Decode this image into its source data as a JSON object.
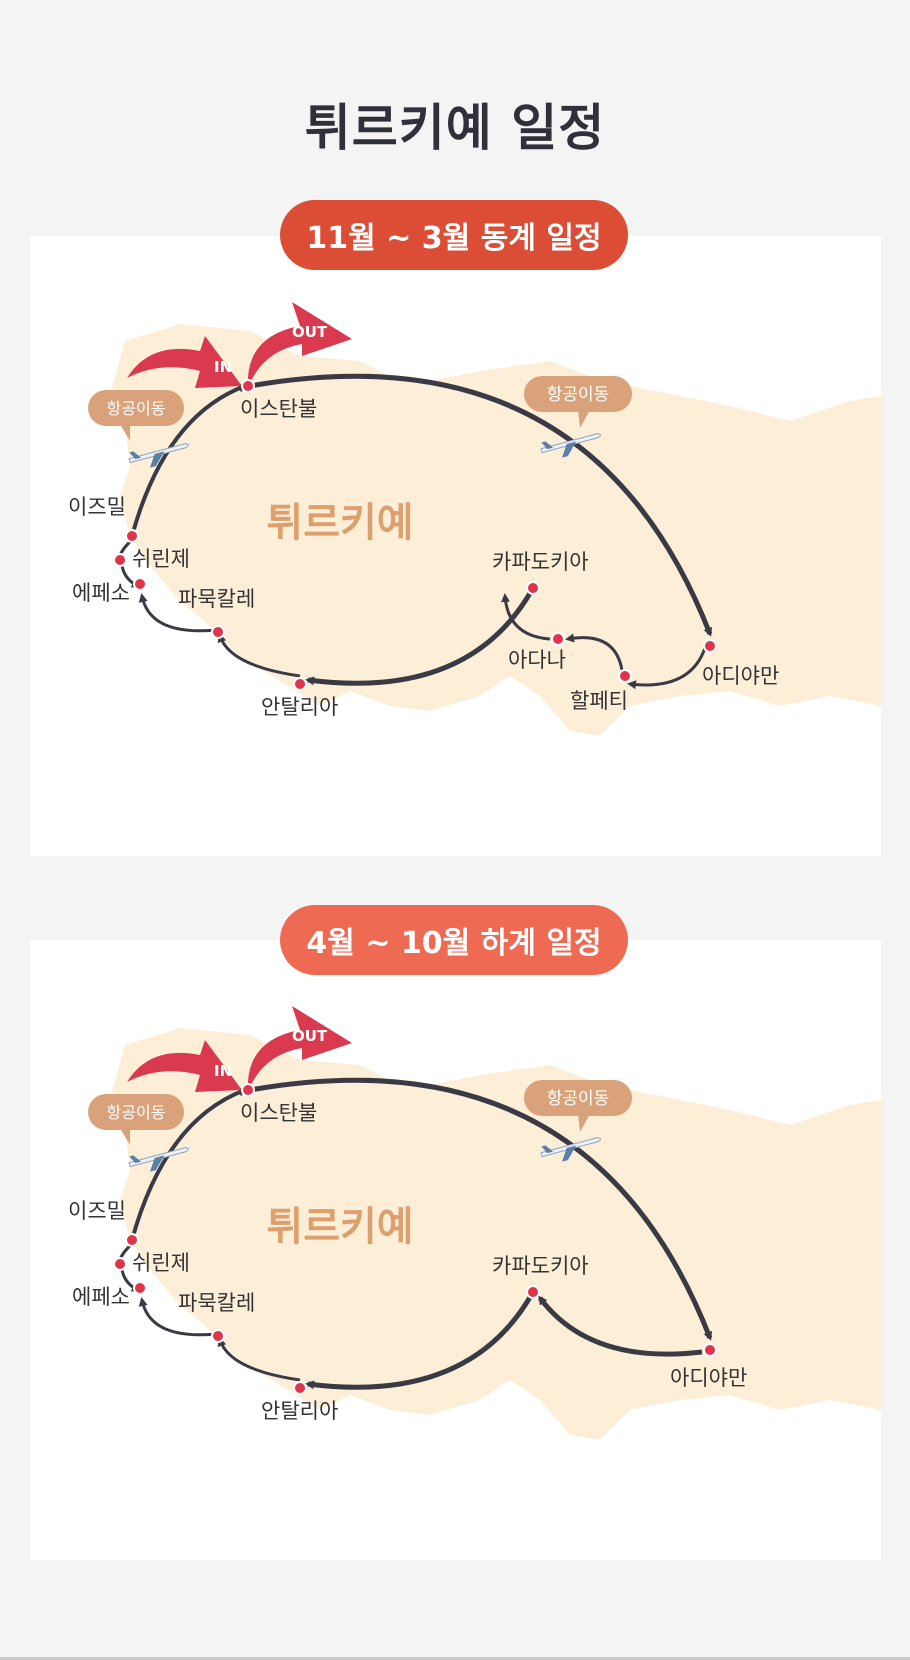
{
  "page": {
    "title": "튀르키예 일정"
  },
  "colors": {
    "background": "#f4f4f4",
    "winter_pill": "#db4e35",
    "summer_pill": "#ef6a53",
    "land": "#fdeed8",
    "route": "#3a3a45",
    "city_dot": "#e0344b",
    "country_label": "#dca06e",
    "bubble": "#d9a27a",
    "in_out_arrow": "#d93a4f"
  },
  "map_labels": {
    "country": "튀르키예",
    "in": "IN",
    "out": "OUT",
    "flight": "항공이동",
    "plane_icon": "airplane-icon"
  },
  "itineraries": {
    "winter": {
      "label": "11월 ~ 3월 동계 일정",
      "cities": [
        "이스탄불",
        "이즈밀",
        "쉬린제",
        "에페소",
        "파묵칼레",
        "안탈리아",
        "카파도키아",
        "아다나",
        "할페티",
        "아디야만"
      ]
    },
    "summer": {
      "label": "4월 ~ 10월 하계 일정",
      "cities": [
        "이스탄불",
        "이즈밀",
        "쉬린제",
        "에페소",
        "파묵칼레",
        "안탈리아",
        "카파도키아",
        "아디야만"
      ]
    }
  }
}
